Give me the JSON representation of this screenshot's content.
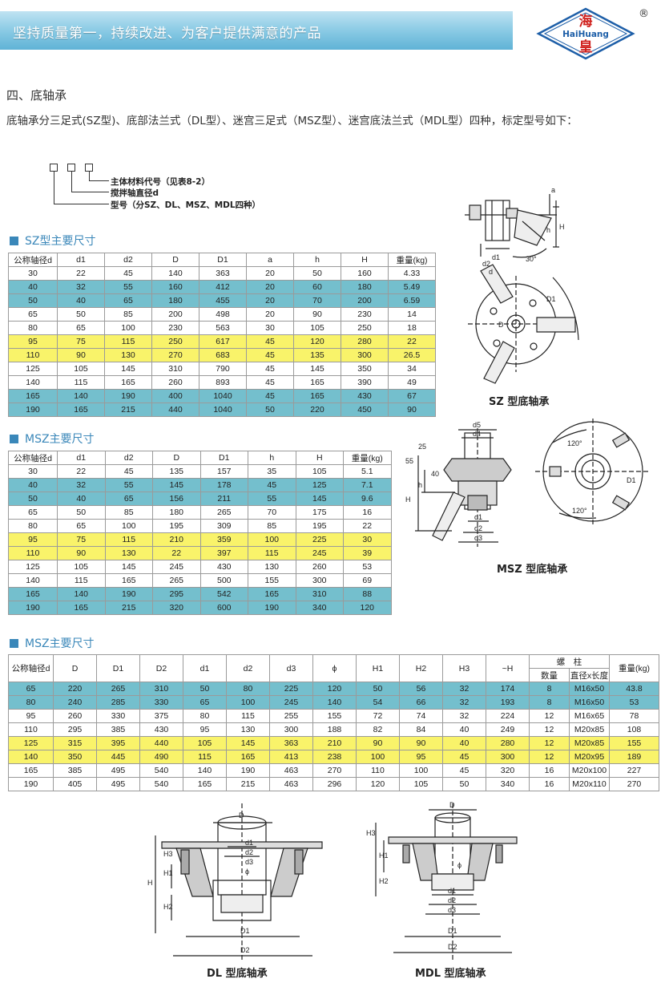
{
  "banner": {
    "slogan": "坚持质量第一，持续改进、为客户提供满意的产品"
  },
  "logo": {
    "char1": "海",
    "char2": "皇",
    "brand": "HaiHuang",
    "reg": "®"
  },
  "section": {
    "title": "四、底轴承"
  },
  "intro": "底轴承分三足式(SZ型)、底部法兰式（DL型）、迷宫三足式（MSZ型）、迷宫底法兰式（MDL型）四种，标定型号如下：",
  "model_code": {
    "line1": "主体材料代号（见表8-2）",
    "line2": "搅拌轴直径d",
    "line3": "型号（分SZ、DL、MSZ、MDL四种）"
  },
  "table1": {
    "title": "SZ型主要尺寸",
    "headers": [
      "公称轴径d",
      "d1",
      "d2",
      "D",
      "D1",
      "a",
      "h",
      "H",
      "重量(kg)"
    ],
    "rows": [
      {
        "style": "",
        "cells": [
          "30",
          "22",
          "45",
          "140",
          "363",
          "20",
          "50",
          "160",
          "4.33"
        ]
      },
      {
        "style": "blue",
        "cells": [
          "40",
          "32",
          "55",
          "160",
          "412",
          "20",
          "60",
          "180",
          "5.49"
        ]
      },
      {
        "style": "blue",
        "cells": [
          "50",
          "40",
          "65",
          "180",
          "455",
          "20",
          "70",
          "200",
          "6.59"
        ]
      },
      {
        "style": "",
        "cells": [
          "65",
          "50",
          "85",
          "200",
          "498",
          "20",
          "90",
          "230",
          "14"
        ]
      },
      {
        "style": "",
        "cells": [
          "80",
          "65",
          "100",
          "230",
          "563",
          "30",
          "105",
          "250",
          "18"
        ]
      },
      {
        "style": "yel",
        "cells": [
          "95",
          "75",
          "115",
          "250",
          "617",
          "45",
          "120",
          "280",
          "22"
        ]
      },
      {
        "style": "yel",
        "cells": [
          "110",
          "90",
          "130",
          "270",
          "683",
          "45",
          "135",
          "300",
          "26.5"
        ]
      },
      {
        "style": "",
        "cells": [
          "125",
          "105",
          "145",
          "310",
          "790",
          "45",
          "145",
          "350",
          "34"
        ]
      },
      {
        "style": "",
        "cells": [
          "140",
          "115",
          "165",
          "260",
          "893",
          "45",
          "165",
          "390",
          "49"
        ]
      },
      {
        "style": "blue",
        "cells": [
          "165",
          "140",
          "190",
          "400",
          "1040",
          "45",
          "165",
          "430",
          "67"
        ]
      },
      {
        "style": "blue",
        "cells": [
          "190",
          "165",
          "215",
          "440",
          "1040",
          "50",
          "220",
          "450",
          "90"
        ]
      }
    ]
  },
  "table2": {
    "title": "MSZ主要尺寸",
    "headers": [
      "公称轴径d",
      "d1",
      "d2",
      "D",
      "D1",
      "h",
      "H",
      "重量(kg)"
    ],
    "rows": [
      {
        "style": "",
        "cells": [
          "30",
          "22",
          "45",
          "135",
          "157",
          "35",
          "105",
          "5.1"
        ]
      },
      {
        "style": "blue",
        "cells": [
          "40",
          "32",
          "55",
          "145",
          "178",
          "45",
          "125",
          "7.1"
        ]
      },
      {
        "style": "blue",
        "cells": [
          "50",
          "40",
          "65",
          "156",
          "211",
          "55",
          "145",
          "9.6"
        ]
      },
      {
        "style": "",
        "cells": [
          "65",
          "50",
          "85",
          "180",
          "265",
          "70",
          "175",
          "16"
        ]
      },
      {
        "style": "",
        "cells": [
          "80",
          "65",
          "100",
          "195",
          "309",
          "85",
          "195",
          "22"
        ]
      },
      {
        "style": "yel",
        "cells": [
          "95",
          "75",
          "115",
          "210",
          "359",
          "100",
          "225",
          "30"
        ]
      },
      {
        "style": "yel",
        "cells": [
          "110",
          "90",
          "130",
          "22",
          "397",
          "115",
          "245",
          "39"
        ]
      },
      {
        "style": "",
        "cells": [
          "125",
          "105",
          "145",
          "245",
          "430",
          "130",
          "260",
          "53"
        ]
      },
      {
        "style": "",
        "cells": [
          "140",
          "115",
          "165",
          "265",
          "500",
          "155",
          "300",
          "69"
        ]
      },
      {
        "style": "blue",
        "cells": [
          "165",
          "140",
          "190",
          "295",
          "542",
          "165",
          "310",
          "88"
        ]
      },
      {
        "style": "blue",
        "cells": [
          "190",
          "165",
          "215",
          "320",
          "600",
          "190",
          "340",
          "120"
        ]
      }
    ]
  },
  "table3": {
    "title": "MSZ主要尺寸",
    "headers": [
      "公称轴径d",
      "D",
      "D1",
      "D2",
      "d1",
      "d2",
      "d3",
      "ϕ",
      "H1",
      "H2",
      "H3",
      "~H"
    ],
    "bolt_header": "螺　柱",
    "bolt_sub": [
      "数量",
      "直径x长度"
    ],
    "weight_header": "重量(kg)",
    "rows": [
      {
        "style": "blue",
        "cells": [
          "65",
          "220",
          "265",
          "310",
          "50",
          "80",
          "225",
          "120",
          "50",
          "56",
          "32",
          "174",
          "8",
          "M16x50",
          "43.8"
        ]
      },
      {
        "style": "blue",
        "cells": [
          "80",
          "240",
          "285",
          "330",
          "65",
          "100",
          "245",
          "140",
          "54",
          "66",
          "32",
          "193",
          "8",
          "M16x50",
          "53"
        ]
      },
      {
        "style": "",
        "cells": [
          "95",
          "260",
          "330",
          "375",
          "80",
          "115",
          "255",
          "155",
          "72",
          "74",
          "32",
          "224",
          "12",
          "M16x65",
          "78"
        ]
      },
      {
        "style": "",
        "cells": [
          "110",
          "295",
          "385",
          "430",
          "95",
          "130",
          "300",
          "188",
          "82",
          "84",
          "40",
          "249",
          "12",
          "M20x85",
          "108"
        ]
      },
      {
        "style": "yel",
        "cells": [
          "125",
          "315",
          "395",
          "440",
          "105",
          "145",
          "363",
          "210",
          "90",
          "90",
          "40",
          "280",
          "12",
          "M20x85",
          "155"
        ]
      },
      {
        "style": "yel",
        "cells": [
          "140",
          "350",
          "445",
          "490",
          "115",
          "165",
          "413",
          "238",
          "100",
          "95",
          "45",
          "300",
          "12",
          "M20x95",
          "189"
        ]
      },
      {
        "style": "",
        "cells": [
          "165",
          "385",
          "495",
          "540",
          "140",
          "190",
          "463",
          "270",
          "110",
          "100",
          "45",
          "320",
          "16",
          "M20x100",
          "227"
        ]
      },
      {
        "style": "",
        "cells": [
          "190",
          "405",
          "495",
          "540",
          "165",
          "215",
          "463",
          "296",
          "120",
          "105",
          "50",
          "340",
          "16",
          "M20x110",
          "270"
        ]
      }
    ]
  },
  "drawings": {
    "sz": {
      "caption": "SZ 型底轴承",
      "labels": [
        "a",
        "h",
        "H",
        "d1",
        "d2",
        "d",
        "30°",
        "D",
        "D1"
      ]
    },
    "msz": {
      "caption": "MSZ 型底轴承",
      "labels": [
        "d5",
        "d4",
        "25",
        "55",
        "40",
        "h",
        "H",
        "d1",
        "d2",
        "d3",
        "120°",
        "120°",
        "D1"
      ]
    },
    "dl": {
      "caption": "DL 型底轴承",
      "labels": [
        "D",
        "d1",
        "d2",
        "d3",
        "H",
        "H1",
        "H2",
        "H3",
        "D1",
        "D2",
        "ϕ"
      ]
    },
    "mdl": {
      "caption": "MDL 型底轴承",
      "labels": [
        "D",
        "H3",
        "H1",
        "H2",
        "d1",
        "d2",
        "d3",
        "D1",
        "D2",
        "ϕ"
      ]
    }
  }
}
